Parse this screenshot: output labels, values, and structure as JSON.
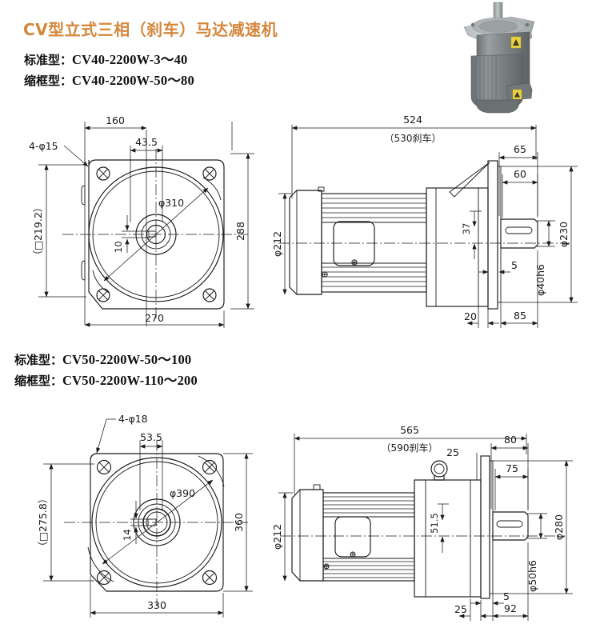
{
  "header": {
    "title": "CV型立式三相（刹车）马达减速机",
    "title_color": "#d4873b",
    "models_top": [
      {
        "label": "标准型：",
        "code": "CV40-2200W-3～40"
      },
      {
        "label": "缩框型：",
        "code": "CV40-2200W-50～80"
      }
    ],
    "models_mid": [
      {
        "label": "标准型：",
        "code": "CV50-2200W-50～100"
      },
      {
        "label": "缩框型：",
        "code": "CV50-2200W-110～200"
      }
    ]
  },
  "photo": {
    "alt": "vertical-three-phase-gear-motor-photo",
    "body_color": "#7b8183",
    "flange_color": "#b9bfc1",
    "shaft_color": "#9aa0a2",
    "label_color": "#e8d23a"
  },
  "drawings": {
    "top_left": {
      "name": "CV40 flange face view",
      "dims": {
        "width_160": "160",
        "width_43_5": "43.5",
        "holes": "4-φ15",
        "bolt_circle": "φ310",
        "height_288": "288",
        "width_270": "270",
        "square": "（□219.2）",
        "key_10": "10"
      }
    },
    "top_right": {
      "name": "CV40 side elevation",
      "dims": {
        "total_524": "524",
        "brake_note": "（530刹车）",
        "len_65": "65",
        "len_60": "60",
        "len_37": "37",
        "motor_dia": "φ212",
        "flange_dia": "φ230",
        "shaft_dia": "φ40h6",
        "len_5": "5",
        "len_20": "20",
        "len_85": "85"
      }
    },
    "bottom_left": {
      "name": "CV50 flange face view",
      "dims": {
        "holes": "4-φ18",
        "width_53_5": "53.5",
        "bolt_circle": "φ390",
        "square": "（□275.8）",
        "height_360": "360",
        "width_330": "330",
        "key_14": "14"
      }
    },
    "bottom_right": {
      "name": "CV50 side elevation",
      "dims": {
        "total_565": "565",
        "brake_note": "（590刹车）",
        "len_80": "80",
        "len_75": "75",
        "len_51_5": "51.5",
        "len_25_top": "25",
        "motor_dia": "φ212",
        "flange_dia": "φ280",
        "shaft_dia": "φ50h6",
        "len_5": "5",
        "len_25_bot": "25",
        "len_92": "92"
      }
    }
  }
}
